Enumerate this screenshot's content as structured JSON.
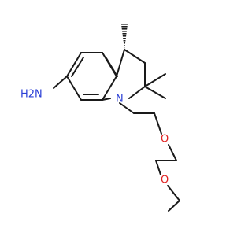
{
  "molecule": {
    "atoms": {
      "amine": "H2N",
      "ring_nitrogen": "N",
      "ether_oxygen_1": "O",
      "ether_oxygen_2": "O"
    },
    "colors": {
      "bond": "#1a1a1a",
      "nitrogen": "#2a3fd6",
      "oxygen": "#e02020"
    }
  }
}
